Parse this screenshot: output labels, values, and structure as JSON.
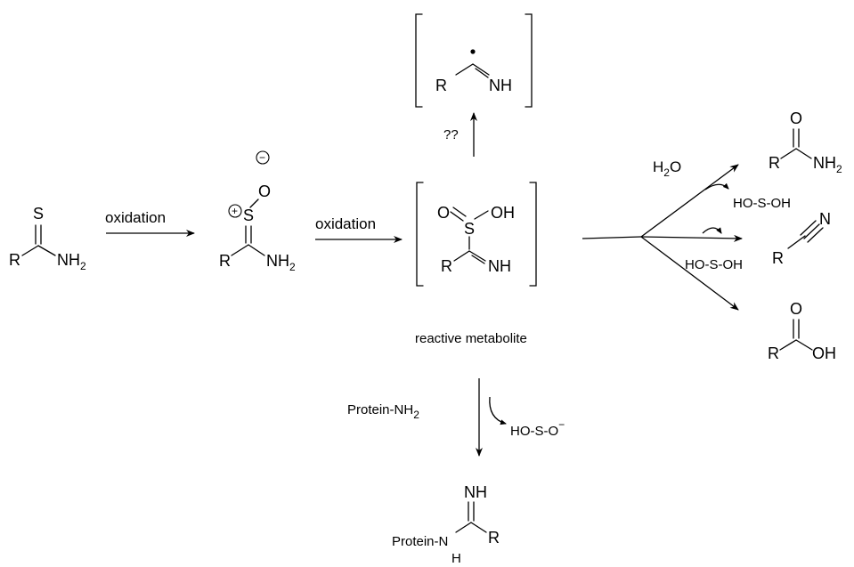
{
  "arrows": {
    "oxidation_1": "oxidation",
    "oxidation_2": "oxidation",
    "radical_question": "??",
    "water": "H",
    "water_sub": "2",
    "water_o": "O",
    "protein_reagent": "Protein-NH",
    "protein_reagent_sub": "2",
    "byproduct_1": "HO-S-OH",
    "byproduct_2": "HO-S-OH",
    "byproduct_3": "HO-S-O",
    "byproduct_3_charge": "−"
  },
  "labels": {
    "reactive_metabolite": "reactive metabolite"
  },
  "atoms": {
    "thioamide": {
      "S": "S",
      "R": "R",
      "N": "NH",
      "N_sub": "2"
    },
    "sulfine": {
      "O": "O",
      "S": "S",
      "R": "R",
      "N": "NH",
      "N_sub": "2",
      "plus": "+",
      "minus": "−"
    },
    "sulfinic": {
      "O": "O",
      "S": "S",
      "OH": "OH",
      "R": "R",
      "N": "NH"
    },
    "radical": {
      "R": "R",
      "N": "NH"
    },
    "amide": {
      "O": "O",
      "R": "R",
      "N": "NH",
      "N_sub": "2"
    },
    "nitrile": {
      "R": "R",
      "N": "N"
    },
    "acid": {
      "O": "O",
      "R": "R",
      "OH": "OH"
    },
    "amidine": {
      "NH": "NH",
      "R": "R",
      "N": "Protein-N",
      "H": "H"
    }
  }
}
